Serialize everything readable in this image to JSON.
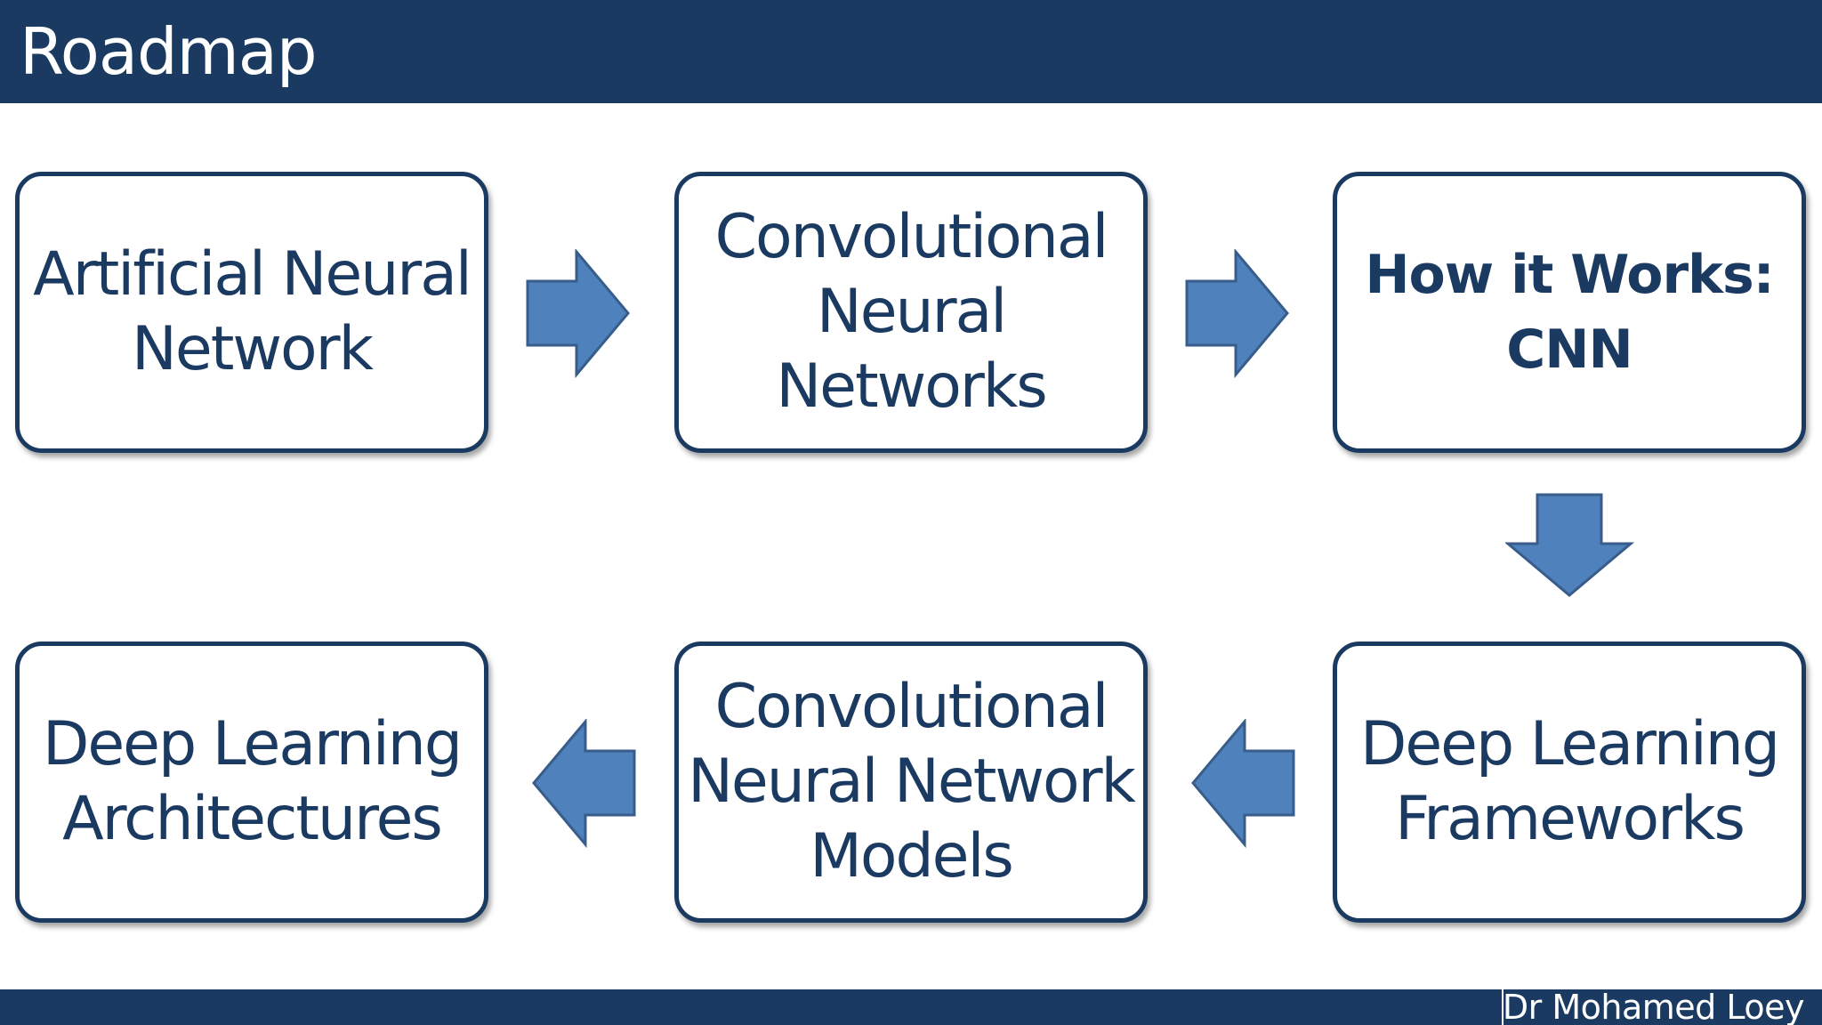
{
  "slide": {
    "title": "Roadmap",
    "author": "Dr Mohamed Loey"
  },
  "colors": {
    "navy": "#1b3a61",
    "arrow_fill": "#4f81bd",
    "arrow_stroke": "#385d8a"
  },
  "steps": [
    {
      "label": "Artificial Neural\nNetwork"
    },
    {
      "label": "Convolutional\nNeural\nNetworks"
    },
    {
      "label": "How it Works:\nCNN"
    },
    {
      "label": "Deep Learning\nFrameworks"
    },
    {
      "label": "Convolutional\nNeural Network\nModels"
    },
    {
      "label": "Deep Learning\nArchitectures"
    }
  ],
  "arrows": [
    {
      "from": 1,
      "to": 2,
      "icon": "right-arrow-icon"
    },
    {
      "from": 2,
      "to": 3,
      "icon": "right-arrow-icon"
    },
    {
      "from": 3,
      "to": 4,
      "icon": "down-arrow-icon"
    },
    {
      "from": 4,
      "to": 5,
      "icon": "left-arrow-icon"
    },
    {
      "from": 5,
      "to": 6,
      "icon": "left-arrow-icon"
    }
  ]
}
